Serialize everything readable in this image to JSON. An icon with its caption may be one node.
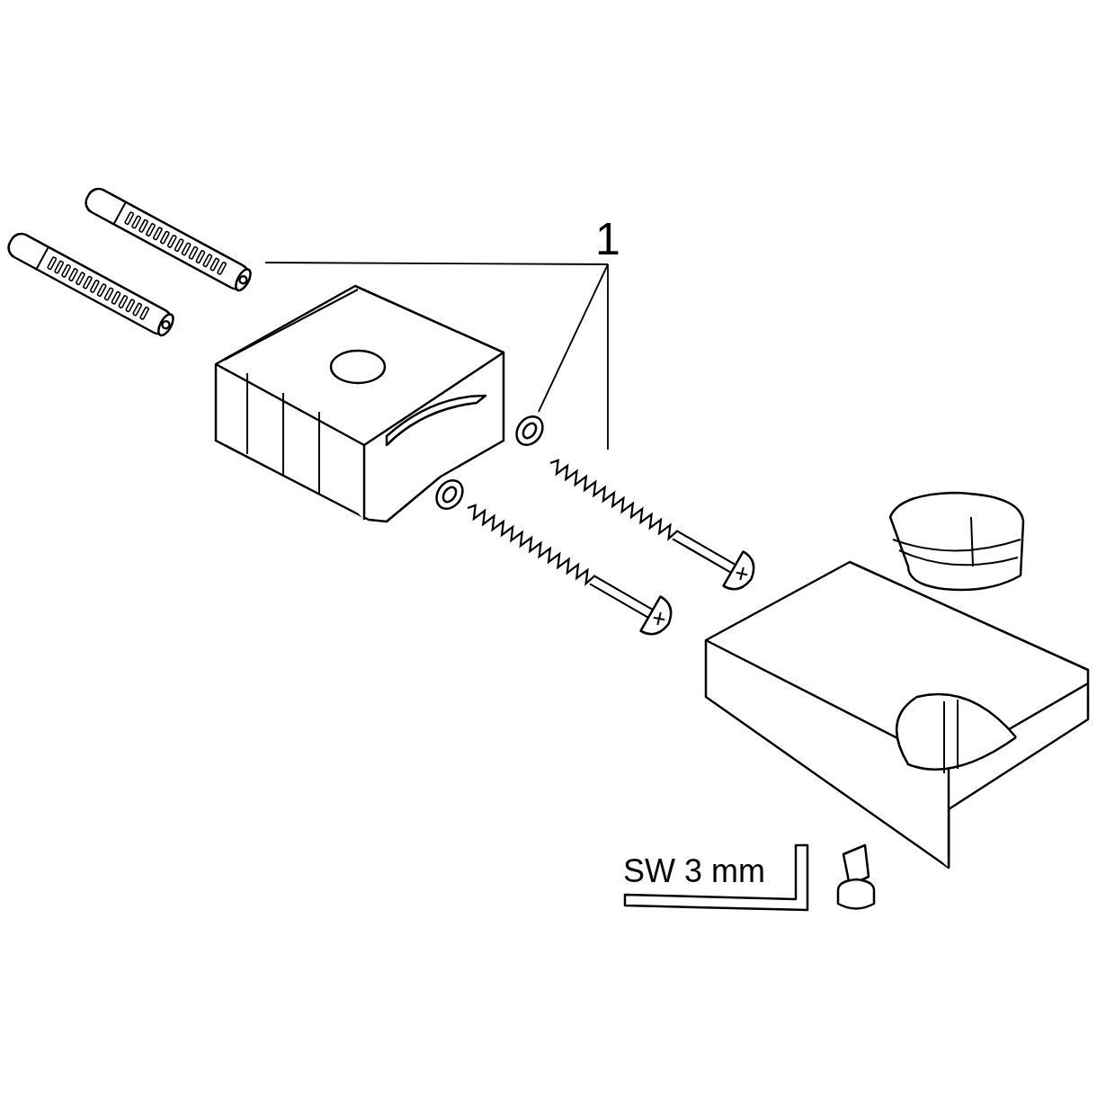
{
  "diagram": {
    "nodes": [
      {
        "text": [
          "1"
        ]
      },
      {
        "text": [],
        "shape": "picture"
      },
      {
        "text": [],
        "shape": "picture"
      },
      {
        "text": [],
        "shape": "picture"
      }
    ],
    "edges": [
      {
        "from": 0,
        "to": 1,
        "arrow": "none"
      },
      {
        "from": 0,
        "to": 2,
        "arrow": "none"
      },
      {
        "from": 0,
        "to": 3,
        "arrow": "none"
      }
    ],
    "labels": [
      "SW 3 mm"
    ]
  }
}
